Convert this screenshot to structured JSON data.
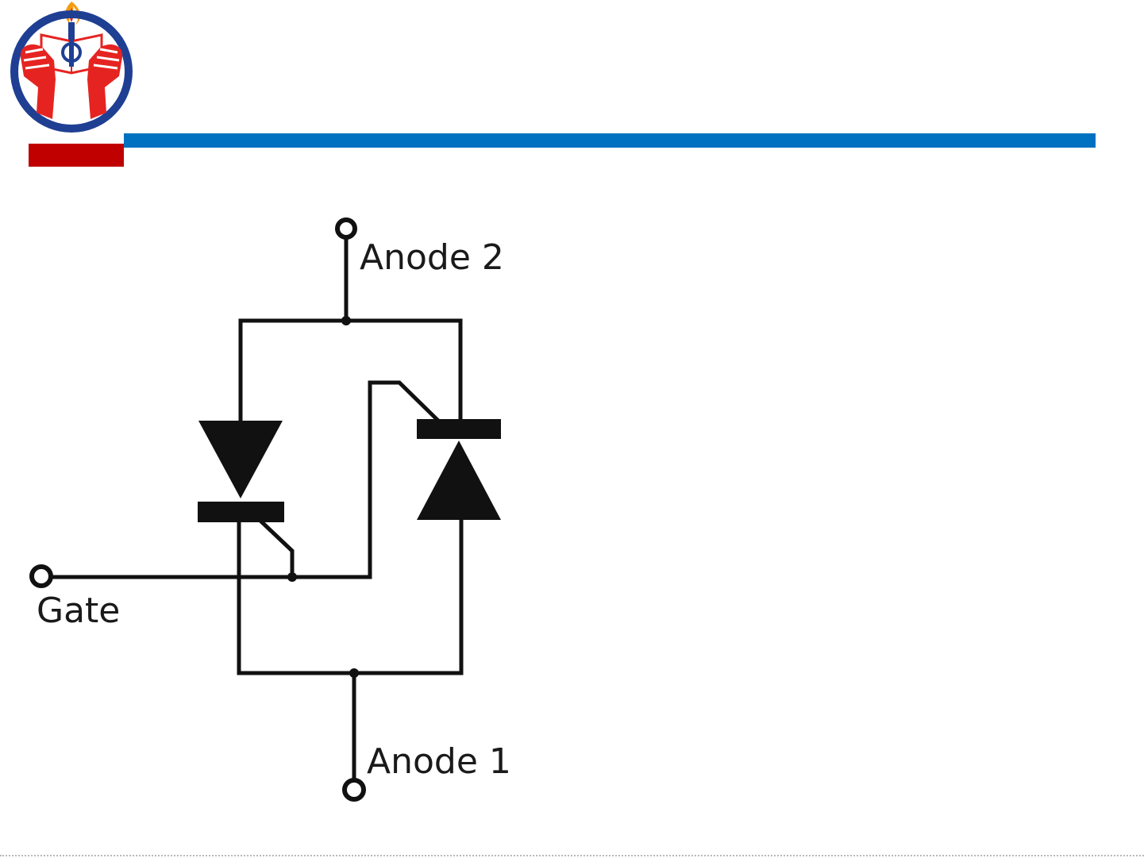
{
  "header": {
    "accent_colors": {
      "red_bar": "#c00000",
      "blue_bar": "#0070c0"
    },
    "logo": {
      "name": "institution-emblem",
      "symbol": "Φ",
      "ring_color": "#1f3f93",
      "hand_color": "#e52421",
      "flame_color": "#f39c12"
    }
  },
  "diagram": {
    "labels": {
      "anode2": "Anode 2",
      "gate": "Gate",
      "anode1": "Anode 1"
    },
    "line_color": "#111111"
  }
}
